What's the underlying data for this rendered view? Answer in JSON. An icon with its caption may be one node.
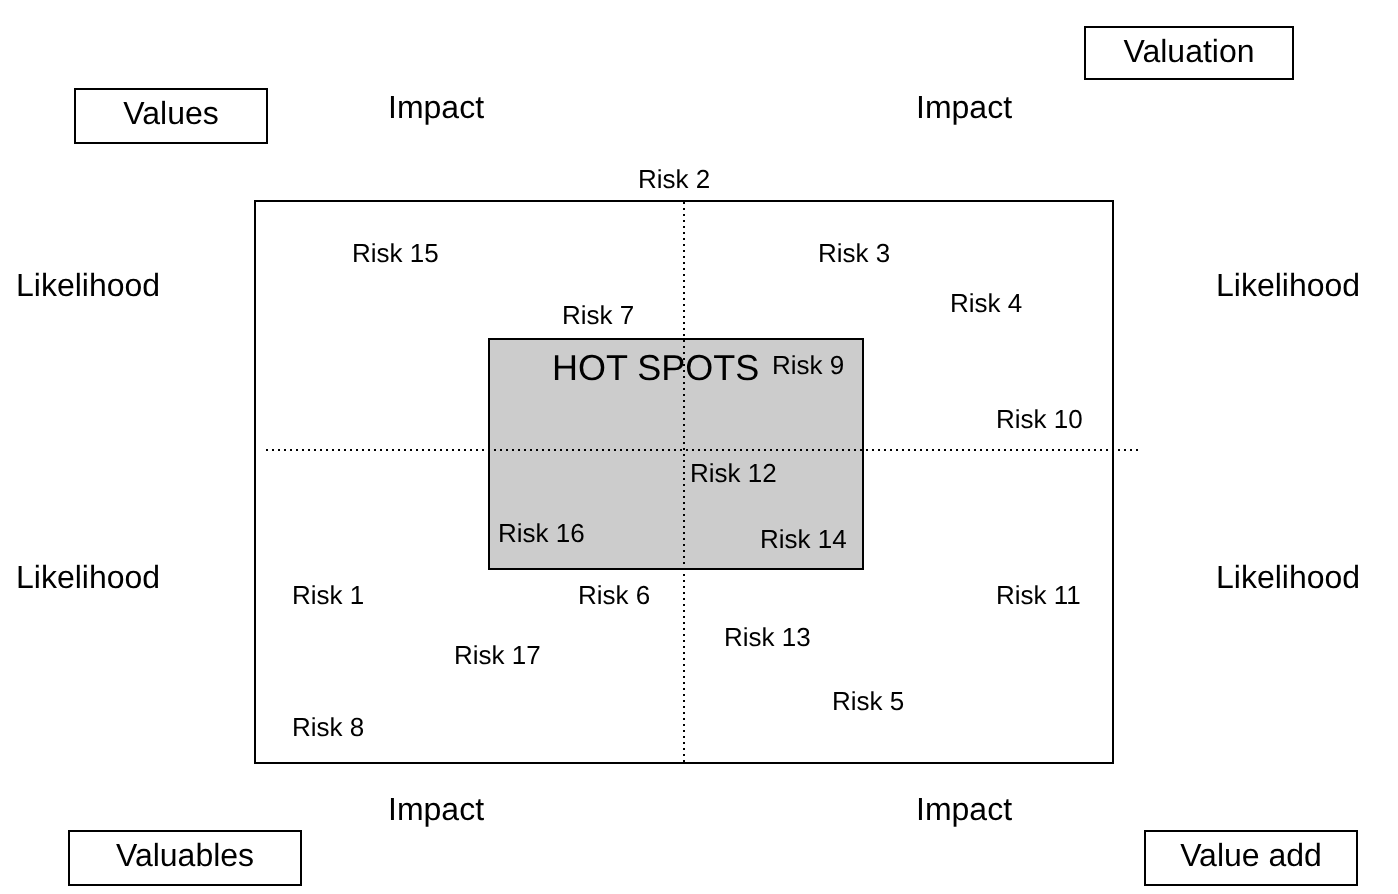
{
  "diagram": {
    "nodes": [
      {
        "text": [
          "Values"
        ]
      },
      {
        "text": [
          "Valuation"
        ]
      },
      {
        "text": [
          "Valuables"
        ]
      },
      {
        "text": [
          "Value add"
        ]
      },
      {
        "text": [],
        "shape": "box"
      },
      {
        "text": [
          "HOT SPOTS"
        ],
        "in": 4
      }
    ],
    "edges": [],
    "labels": [
      "Impact",
      "Impact",
      "Risk 2",
      "Risk 15",
      "Risk 3",
      "Likelihood",
      "Likelihood",
      "Risk 4",
      "Risk 7",
      "Risk 9",
      "Risk 10",
      "Risk 12",
      "Risk 16",
      "Risk 14",
      "Likelihood",
      "Likelihood",
      "Risk 1",
      "Risk 6",
      "Risk 11",
      "Risk 17",
      "Risk 13",
      "Risk 5",
      "Risk 8",
      "Impact",
      "Impact"
    ]
  }
}
